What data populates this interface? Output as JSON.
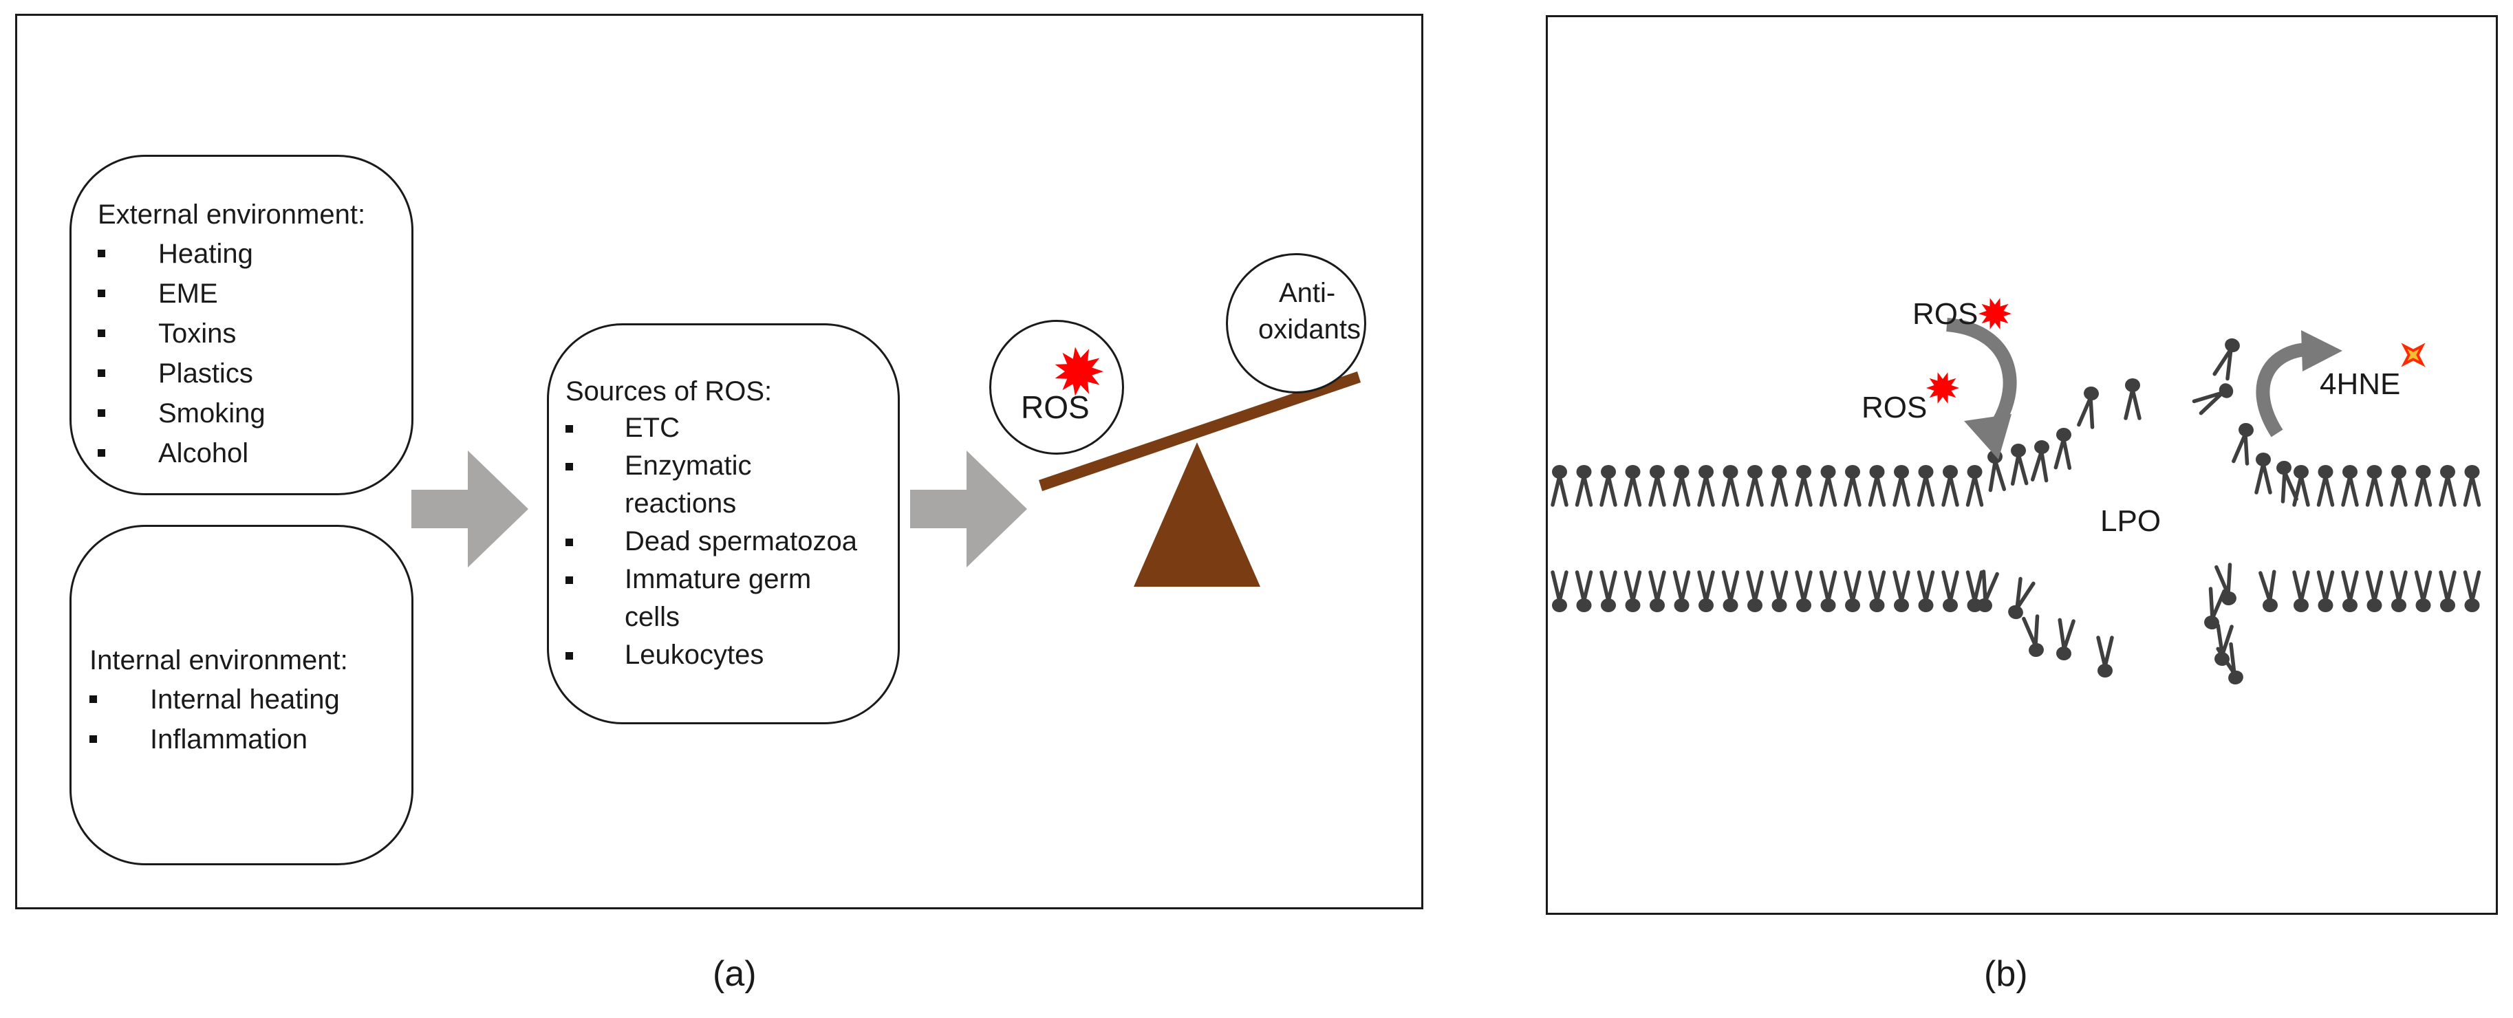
{
  "panel_a": {
    "caption": "(a)",
    "external_box": {
      "title": "External environment:",
      "items": [
        "Heating",
        "EME",
        "Toxins",
        "Plastics",
        "Smoking",
        "Alcohol"
      ]
    },
    "internal_box": {
      "title": "Internal environment:",
      "items": [
        "Internal heating",
        "Inflammation"
      ]
    },
    "sources_box": {
      "title": "Sources of ROS:",
      "items": [
        "ETC",
        "Enzymatic",
        "reactions",
        "Dead spermatozoa",
        "Immature germ",
        "cells",
        "Leukocytes"
      ],
      "bulleted": [
        true,
        true,
        false,
        true,
        true,
        false,
        true
      ]
    },
    "balance": {
      "ros_label": "ROS",
      "antioxidants_line1": "Anti-",
      "antioxidants_line2": "oxidants"
    },
    "colors": {
      "arrow": "#a9a6a6",
      "beam": "#7a3c12",
      "fulcrum": "#7a3c12",
      "burst": "#ff0000"
    }
  },
  "panel_b": {
    "caption": "(b)",
    "labels": {
      "ros_top": "ROS",
      "ros_bottom": "ROS",
      "lpo": "LPO",
      "hne": "4HNE"
    },
    "colors": {
      "lipid": "#3f3f3f",
      "curved_arrow": "#7a7a7a",
      "burst": "#ff0000",
      "hne_star": "#ff2a00",
      "hne_star_center": "#f0c030"
    }
  }
}
